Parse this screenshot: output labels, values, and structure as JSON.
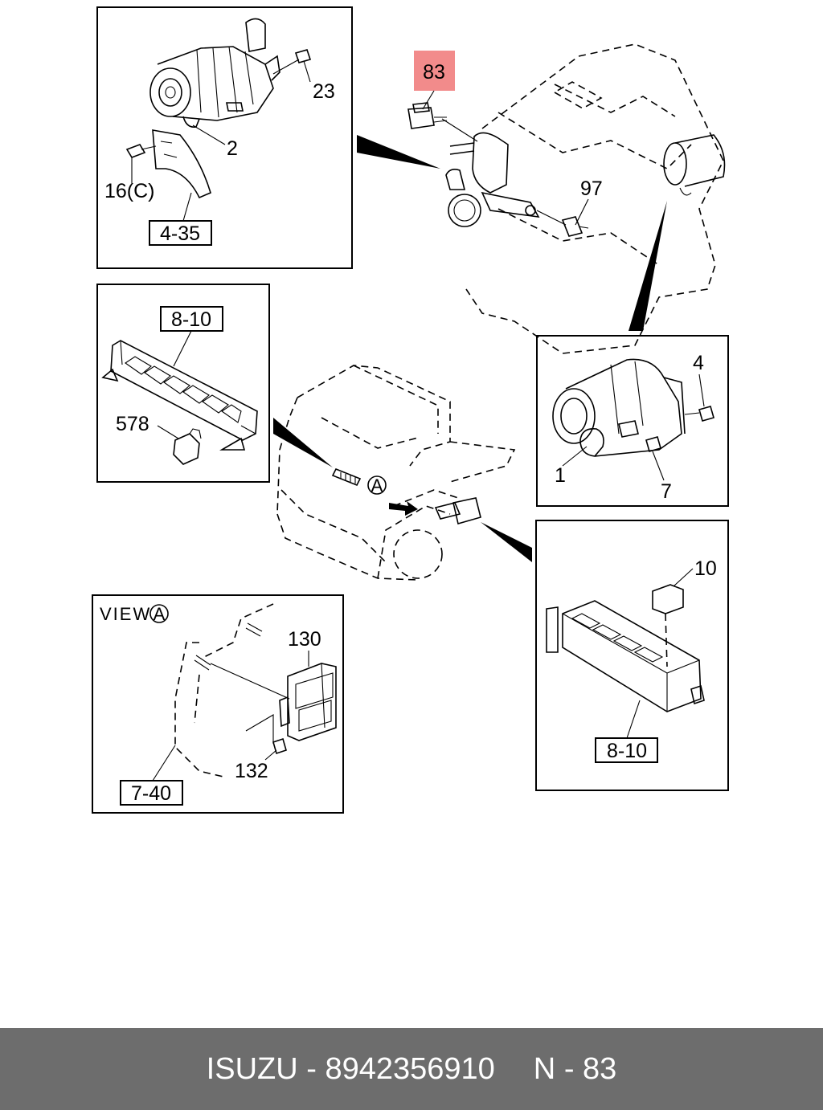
{
  "footer": {
    "brand": "ISUZU",
    "sep1": "-",
    "part_number": "8942356910",
    "ref_prefix": "N",
    "sep2": "-",
    "ref_number": "83"
  },
  "highlight_color": "#f28b8b",
  "labels": {
    "p83": "83",
    "p23": "23",
    "p2": "2",
    "p16c": "16(C)",
    "p4_35": "4-35",
    "p97": "97",
    "p8_10_top": "8-10",
    "p578": "578",
    "p4": "4",
    "p1": "1",
    "p7": "7",
    "p10": "10",
    "p8_10_bottom": "8-10",
    "view_text": "VIEW",
    "view_letter": "A",
    "truck_letter": "A",
    "p130": "130",
    "p132": "132",
    "p7_40": "7-40"
  }
}
